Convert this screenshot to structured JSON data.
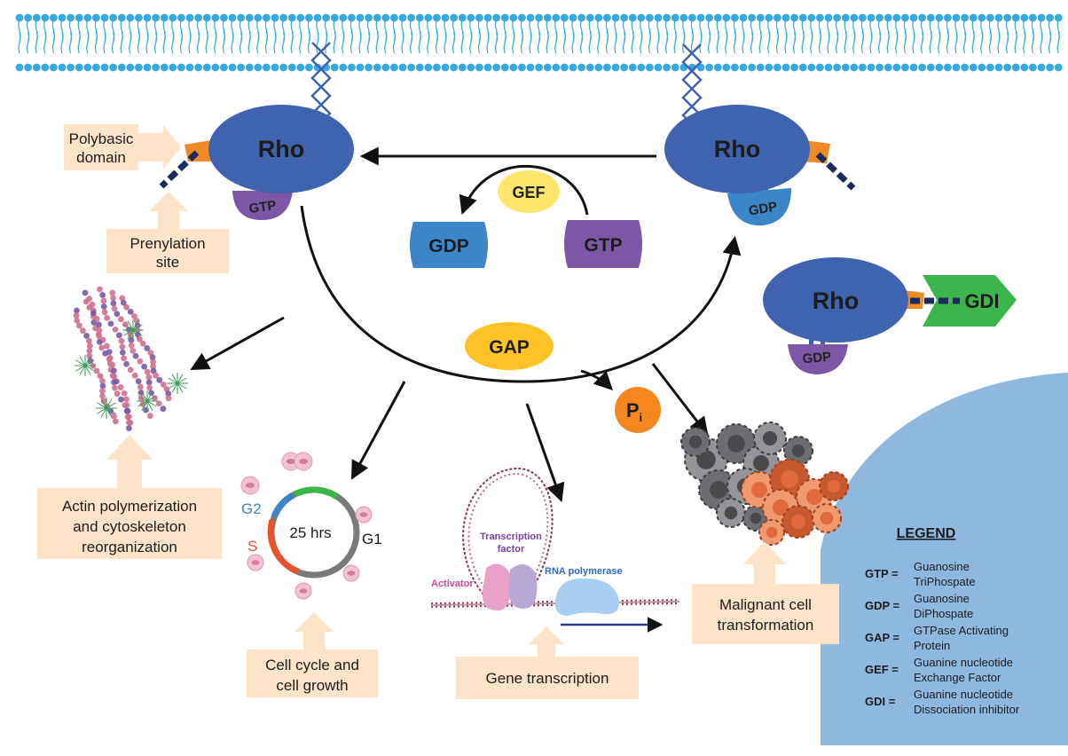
{
  "rho_active": {
    "label": "Rho",
    "nucleotide": "GTP"
  },
  "rho_inactive": {
    "label": "Rho",
    "nucleotide": "GDP"
  },
  "rho_gdi": {
    "label": "Rho",
    "nucleotide": "GDP",
    "partner": "GDI"
  },
  "callouts": {
    "polybasic": [
      "Polybasic",
      "domain"
    ],
    "prenylation": [
      "Prenylation",
      "site"
    ]
  },
  "exchange": {
    "gef": "GEF",
    "gdp": "GDP",
    "gtp": "GTP"
  },
  "hydrolysis": {
    "gap": "GAP",
    "pi_base": "P",
    "pi_sub": "i"
  },
  "outcomes": {
    "actin": [
      "Actin polymerization",
      "and cytoskeleton",
      "reorganization"
    ],
    "cell_cycle": [
      "Cell cycle and",
      "cell growth"
    ],
    "transcription": [
      "Gene transcription"
    ],
    "malignant": [
      "Malignant cell",
      "transformation"
    ]
  },
  "cell_cycle_diagram": {
    "center": "25 hrs",
    "g2": "G2",
    "s": "S",
    "g1": "G1"
  },
  "transcription_diagram": {
    "factor": [
      "Transcription",
      "factor"
    ],
    "activator": "Activator",
    "polymerase": "RNA polymerase"
  },
  "legend": {
    "title": "LEGEND",
    "items": [
      {
        "abbr": "GTP =",
        "lines": [
          "Guanosine",
          "TriPhospate"
        ]
      },
      {
        "abbr": "GDP =",
        "lines": [
          "Guanosine",
          "DiPhospate"
        ]
      },
      {
        "abbr": "GAP =",
        "lines": [
          "GTPase Activating",
          "Protein"
        ]
      },
      {
        "abbr": "GEF =",
        "lines": [
          "Guanine nucleotide",
          "Exchange Factor"
        ]
      },
      {
        "abbr": "GDI =",
        "lines": [
          "Guanine nucleotide",
          "Dissociation inhibitor"
        ]
      }
    ]
  },
  "colors": {
    "rho": "#3f63ae",
    "gtp": "#7b57a6",
    "gdp": "#3a86c8",
    "gef": "#fde46a",
    "gap": "#fcc226",
    "pi": "#f6871f",
    "gdi": "#3cb54a",
    "anchor": "#f08a24",
    "callout": "#fde3c8",
    "legend_bg": "#8fb8df",
    "membrane": "#37a9e1"
  }
}
